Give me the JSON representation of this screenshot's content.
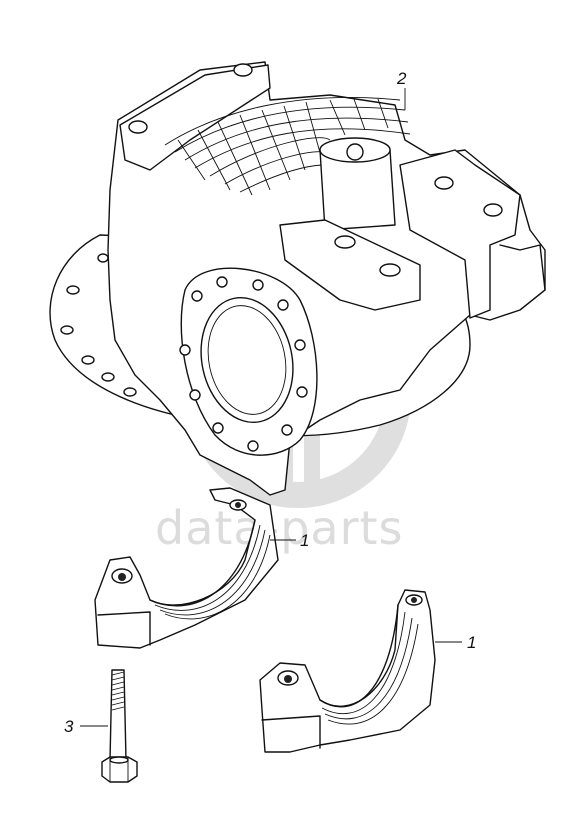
{
  "watermark": {
    "text": "data-parts",
    "color": "#d9d9d9"
  },
  "callouts": [
    {
      "id": "housing",
      "label": "2"
    },
    {
      "id": "cap-upper",
      "label": "1"
    },
    {
      "id": "cap-lower",
      "label": "1"
    },
    {
      "id": "bolt",
      "label": "3"
    }
  ],
  "colors": {
    "line": "#111111",
    "background": "#ffffff"
  }
}
